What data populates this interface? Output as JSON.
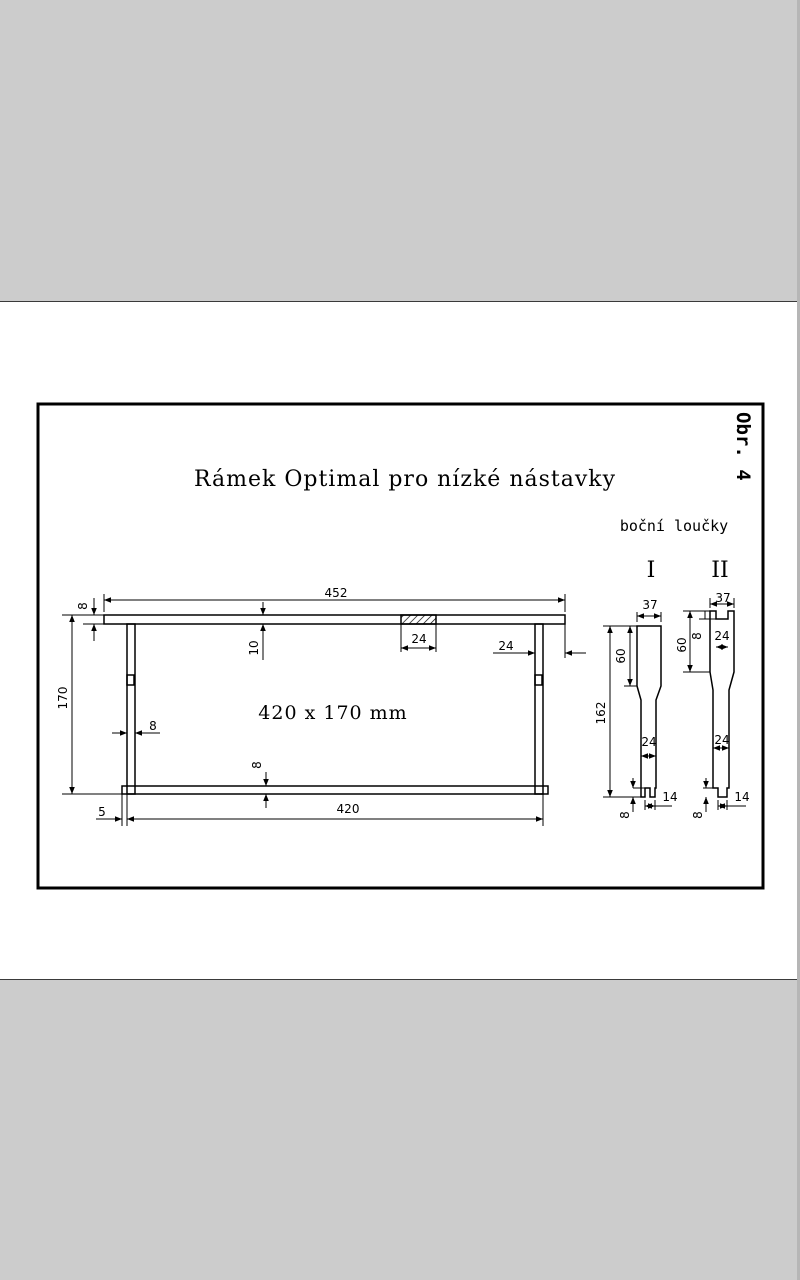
{
  "drawing": {
    "figure_label": "Obr. 4",
    "title": "Rámek Optimal pro nízké nástavky",
    "frame_size": "420 x 170 mm",
    "side_bars_label": "boční loučky",
    "variant_one": "I",
    "variant_two": "II",
    "dims": {
      "top_bar_length": "452",
      "top_bar_thickness_left": "8",
      "top_bar_height": "10",
      "top_notch_width": "24",
      "side_bar_width": "24",
      "frame_height": "170",
      "side_bar_thickness": "8",
      "bottom_bar_thickness": "8",
      "bottom_offset": "5",
      "inner_width": "420"
    },
    "side_bar_one": {
      "top_width": "37",
      "shoulder_height": "60",
      "total_height": "162",
      "middle_width": "24",
      "foot_width": "14",
      "foot_height": "8"
    },
    "side_bar_two": {
      "top_width": "37",
      "shoulder_height": "60",
      "slot_depth": "8",
      "slot_width": "24",
      "middle_width": "24",
      "foot_width": "14",
      "foot_height": "8"
    }
  }
}
